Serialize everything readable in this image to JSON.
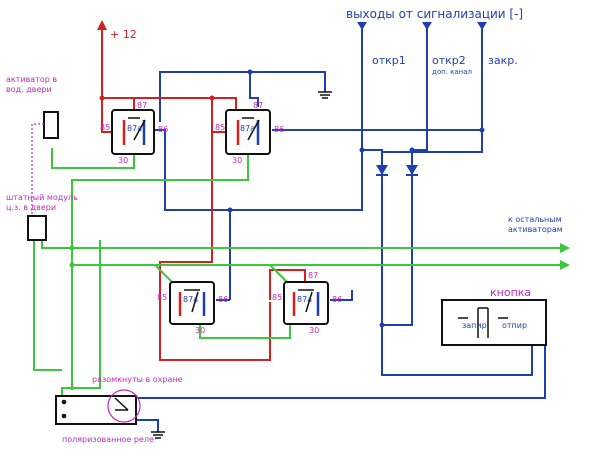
{
  "labels": {
    "outputs_title": "выходы от сигнализации [-]",
    "plus12": "+ 12",
    "open1": "откр1",
    "open2": "откр2",
    "open2_sub": "доп. канал",
    "close": "закр.",
    "actuator_line1": "активатор в",
    "actuator_line2": "вод. двери",
    "module_line1": "штатный модуль",
    "module_line2": "ц.з. в двери",
    "other_line1": "к остальным",
    "other_line2": "активаторам",
    "button_title": "кнопка",
    "lock": "запир",
    "unlock": "отпир",
    "open_in_guard": "разомкнуты в охране",
    "polarized_relay": "поляризованное реле"
  },
  "relays": [
    {
      "pin85": "85",
      "pin86": "86",
      "pin87": "87",
      "pin87a": "87a",
      "pin30": "30"
    },
    {
      "pin85": "85",
      "pin86": "86",
      "pin87": "87",
      "pin87a": "87a",
      "pin30": "30"
    },
    {
      "pin85": "85",
      "pin86": "86",
      "pin87": "",
      "pin87a": "87a",
      "pin30": "30"
    },
    {
      "pin85": "85",
      "pin86": "86",
      "pin87": "87",
      "pin87a": "87a",
      "pin30": "30"
    }
  ],
  "colors": {
    "red": "#d62020",
    "blue": "#1f3fb0",
    "green": "#3cc83c",
    "magenta": "#c02ac0",
    "black": "#111111"
  }
}
